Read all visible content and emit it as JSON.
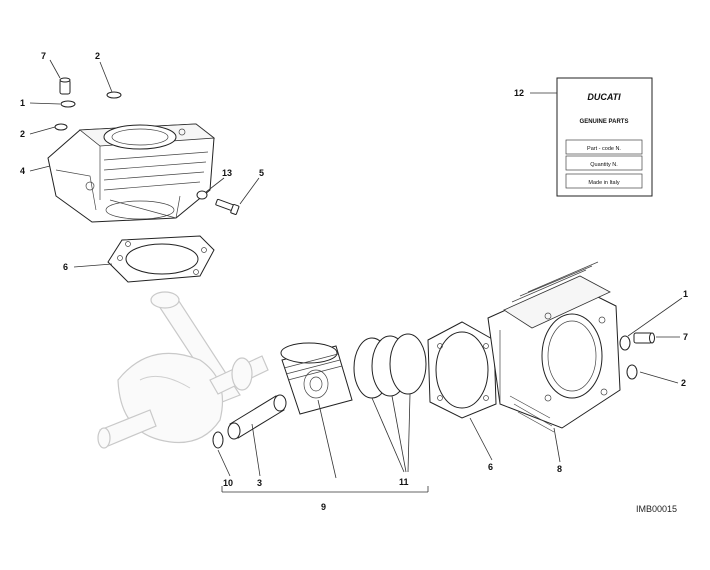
{
  "callouts": {
    "c1_top": "1",
    "c2_top": "2",
    "c7_top": "7",
    "c2_left": "2",
    "c4": "4",
    "c13": "13",
    "c5": "5",
    "c6_top": "6",
    "c12": "12",
    "c1_right": "1",
    "c7_right": "7",
    "c2_right": "2",
    "c6_bottom": "6",
    "c8": "8",
    "c10": "10",
    "c3": "3",
    "c11": "11",
    "c9": "9"
  },
  "parts_card": {
    "brand": "DUCATI",
    "heading": "GENUINE PARTS",
    "row1": "Part - code N.",
    "row2": "Quantity N.",
    "row3": "Made in Italy"
  },
  "drawing_code": "IMB00015"
}
